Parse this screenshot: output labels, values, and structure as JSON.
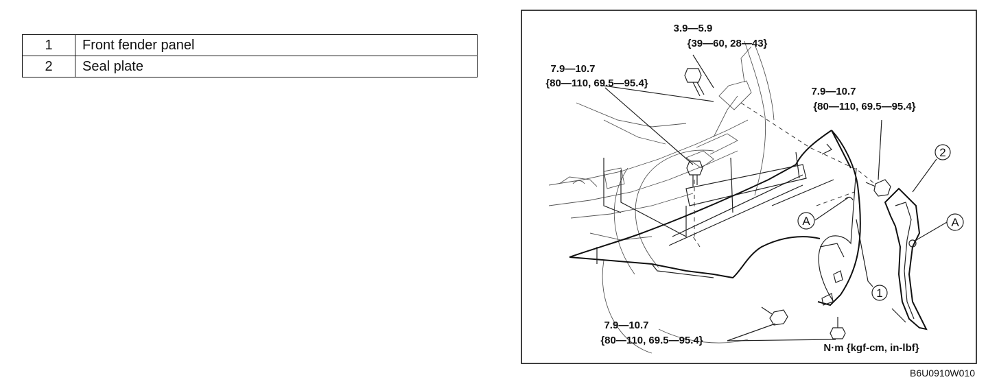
{
  "parts": [
    {
      "num": "1",
      "name": "Front fender panel"
    },
    {
      "num": "2",
      "name": "Seal plate"
    }
  ],
  "torque_labels": [
    {
      "line1": "3.9—5.9",
      "line2": "{39—60, 28—43}"
    },
    {
      "line1": "7.9—10.7",
      "line2": "{80—110, 69.5—95.4}"
    },
    {
      "line1": "7.9—10.7",
      "line2": "{80—110, 69.5—95.4}"
    },
    {
      "line1": "7.9—10.7",
      "line2": "{80—110, 69.5—95.4}"
    }
  ],
  "unit_label": "N·m {kgf-cm, in-lbf}",
  "callouts": {
    "part1": "1",
    "part2": "2",
    "a_left": "A",
    "a_right": "A"
  },
  "figure_code": "B6U0910W010"
}
